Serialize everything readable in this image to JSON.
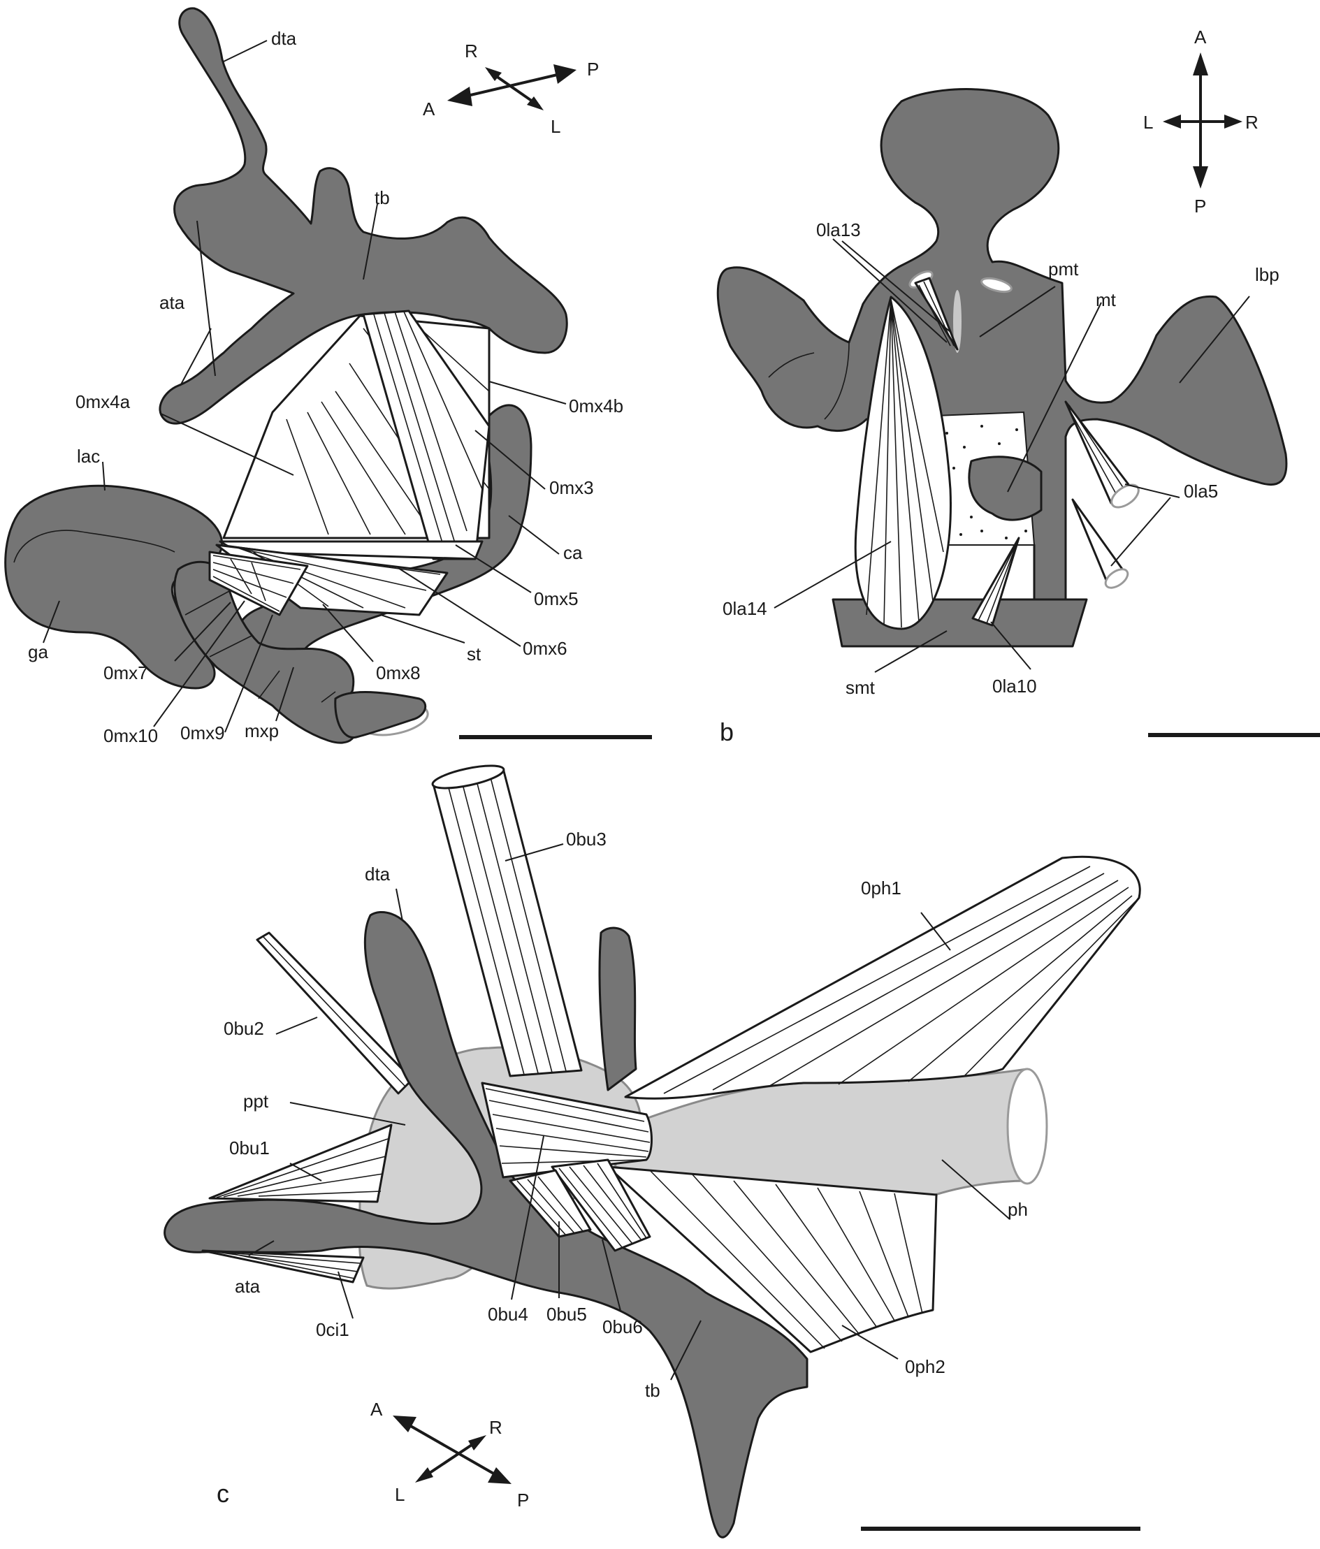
{
  "panels": {
    "a": {
      "letter": "",
      "orientation": {
        "up_left": "R",
        "right": "P",
        "left": "A",
        "down_right": "L"
      },
      "labels": {
        "dta": "dta",
        "ata": "ata",
        "tb": "tb",
        "lac": "lac",
        "ga": "ga",
        "0mx4a": "0mx4a",
        "0mx4b": "0mx4b",
        "0mx3": "0mx3",
        "ca": "ca",
        "0mx5": "0mx5",
        "0mx6": "0mx6",
        "st": "st",
        "0mx8": "0mx8",
        "0mx7": "0mx7",
        "0mx10": "0mx10",
        "0mx9": "0mx9",
        "mxp": "mxp"
      }
    },
    "b": {
      "letter": "b",
      "orientation": {
        "up": "A",
        "down": "P",
        "left": "L",
        "right": "R"
      },
      "labels": {
        "0la13": "0la13",
        "pmt": "pmt",
        "mt": "mt",
        "lbp": "lbp",
        "0la5": "0la5",
        "0la14": "0la14",
        "smt": "smt",
        "0la10": "0la10"
      }
    },
    "c": {
      "letter": "c",
      "orientation": {
        "up_left": "A",
        "up_right": "R",
        "down_left": "L",
        "down_right": "P"
      },
      "labels": {
        "0bu3": "0bu3",
        "dta": "dta",
        "0ph1": "0ph1",
        "0bu2": "0bu2",
        "ppt": "ppt",
        "0bu1": "0bu1",
        "ph": "ph",
        "ata": "ata",
        "0ci1": "0ci1",
        "0bu4": "0bu4",
        "0bu5": "0bu5",
        "0bu6": "0bu6",
        "tb": "tb",
        "0ph2": "0ph2"
      }
    }
  },
  "colors": {
    "sclerite": "#757575",
    "soft_tissue": "#d2d2d2",
    "muscle": "#ffffff",
    "line": "#1a1a1a"
  }
}
